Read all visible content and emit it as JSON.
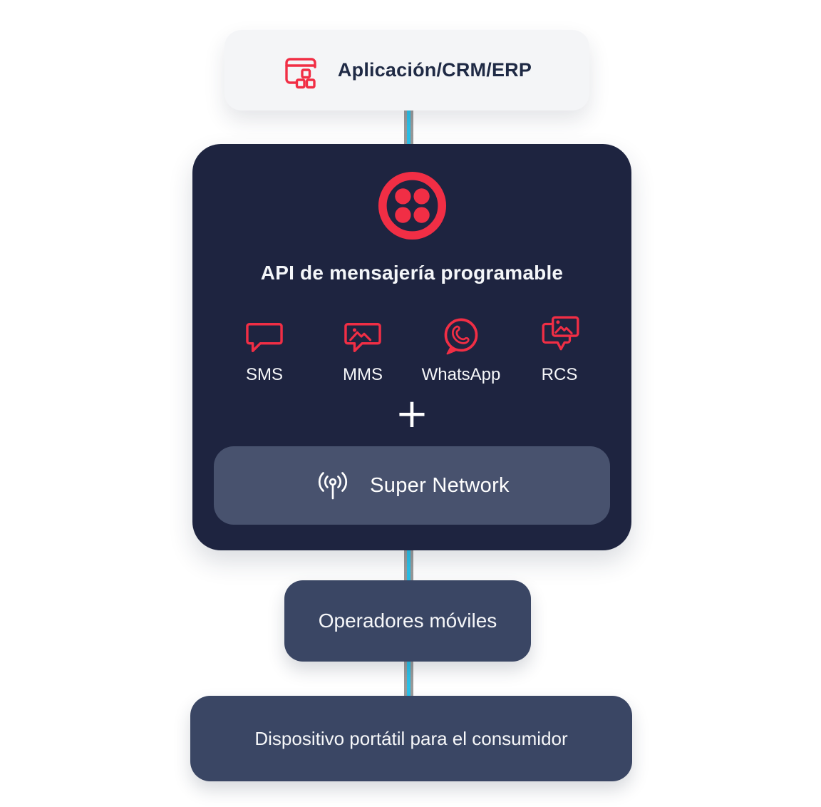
{
  "colors": {
    "page_bg": "#FFFFFF",
    "card_bg": "#1E2440",
    "network_pill_bg": "#48526E",
    "node_bg": "#3A4664",
    "top_node_bg": "#F4F5F7",
    "accent_red": "#F12E45",
    "connector_cyan": "#2BC0E7",
    "connector_gray": "#9A9A9A",
    "text_dark": "#1F2A45",
    "text_light": "#F6F7F9"
  },
  "top_node": {
    "label": "Aplicación/CRM/ERP",
    "icon": "app-window-icon"
  },
  "api_card": {
    "logo_icon": "twilio-logo-icon",
    "title": "API de mensajería programable",
    "channels": [
      {
        "label": "SMS",
        "icon": "sms-chat-icon"
      },
      {
        "label": "MMS",
        "icon": "mms-image-chat-icon"
      },
      {
        "label": "WhatsApp",
        "icon": "whatsapp-icon"
      },
      {
        "label": "RCS",
        "icon": "rcs-rich-chat-icon"
      }
    ],
    "plus_symbol": "+",
    "network_pill": {
      "label": "Super Network",
      "icon": "broadcast-antenna-icon"
    }
  },
  "carrier_node": {
    "label": "Operadores móviles"
  },
  "device_node": {
    "label": "Dispositivo portátil para el consumidor"
  }
}
